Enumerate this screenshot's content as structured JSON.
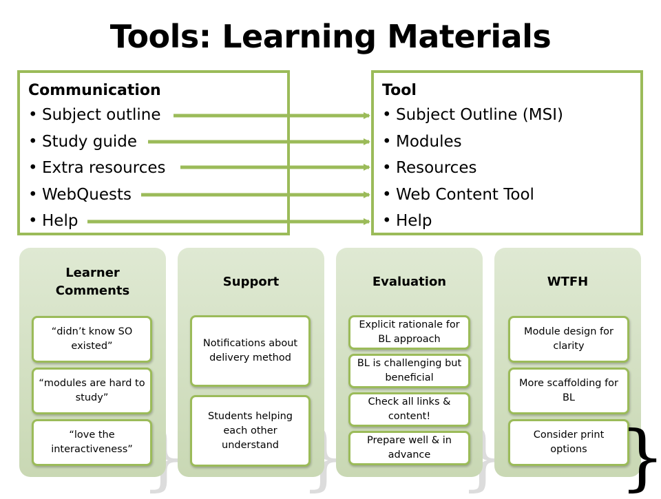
{
  "title": "Tools: Learning Materials",
  "communication": {
    "heading": "Communication",
    "items": [
      "Subject outline",
      "Study guide",
      "Extra resources",
      "WebQuests",
      "Help"
    ]
  },
  "tool": {
    "heading": "Tool",
    "items": [
      "Subject Outline (MSI)",
      "Modules",
      "Resources",
      "Web Content Tool",
      "Help"
    ]
  },
  "bullet": "•",
  "brace_char": "}",
  "accent_color": "#9bbb59",
  "panels": [
    {
      "heading": "Learner Comments",
      "cards": [
        "“didn’t know SO existed”",
        "“modules are hard to study”",
        "“love the interactiveness”"
      ]
    },
    {
      "heading": "Support",
      "cards": [
        "Notifications about delivery method",
        "Students helping each other understand"
      ]
    },
    {
      "heading": "Evaluation",
      "cards": [
        "Explicit rationale for BL approach",
        "BL is challenging but beneficial",
        "Check all links & content!",
        "Prepare well & in advance"
      ]
    },
    {
      "heading": "WTFH",
      "cards": [
        "Module design for clarity",
        "More scaffolding for BL",
        "Consider print options"
      ]
    }
  ]
}
